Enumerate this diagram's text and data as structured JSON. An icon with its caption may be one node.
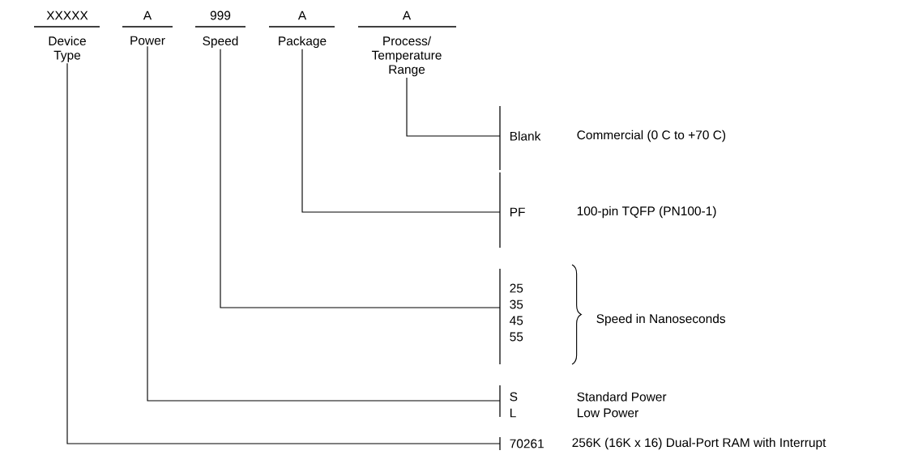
{
  "diagram": {
    "nodes": [
      {
        "text": [
          "XXXXX",
          "Device Type"
        ]
      },
      {
        "text": [
          "A",
          "Power"
        ]
      },
      {
        "text": [
          "999",
          "Speed"
        ]
      },
      {
        "text": [
          "A",
          "Package"
        ]
      },
      {
        "text": [
          "A",
          "Process/ Temperature Range"
        ]
      },
      {
        "text": [
          "Blank",
          "Commercial (0 C to +70 C)"
        ]
      },
      {
        "text": [
          "PF",
          "100-pin TQFP (PN100-1)"
        ]
      },
      {
        "text": [
          "25",
          "35",
          "45",
          "55",
          "Speed in Nanoseconds"
        ]
      },
      {
        "text": [
          "S",
          "Standard Power",
          "L",
          "Low Power"
        ]
      },
      {
        "text": [
          "70261",
          "256K (16K x 16) Dual-Port RAM with Interrupt"
        ]
      }
    ],
    "edges": [
      {
        "from": 4,
        "to": 5,
        "arrow": "none"
      },
      {
        "from": 3,
        "to": 6,
        "arrow": "none"
      },
      {
        "from": 2,
        "to": 7,
        "arrow": "none"
      },
      {
        "from": 1,
        "to": 8,
        "arrow": "none"
      },
      {
        "from": 0,
        "to": 9,
        "arrow": "none"
      }
    ]
  }
}
